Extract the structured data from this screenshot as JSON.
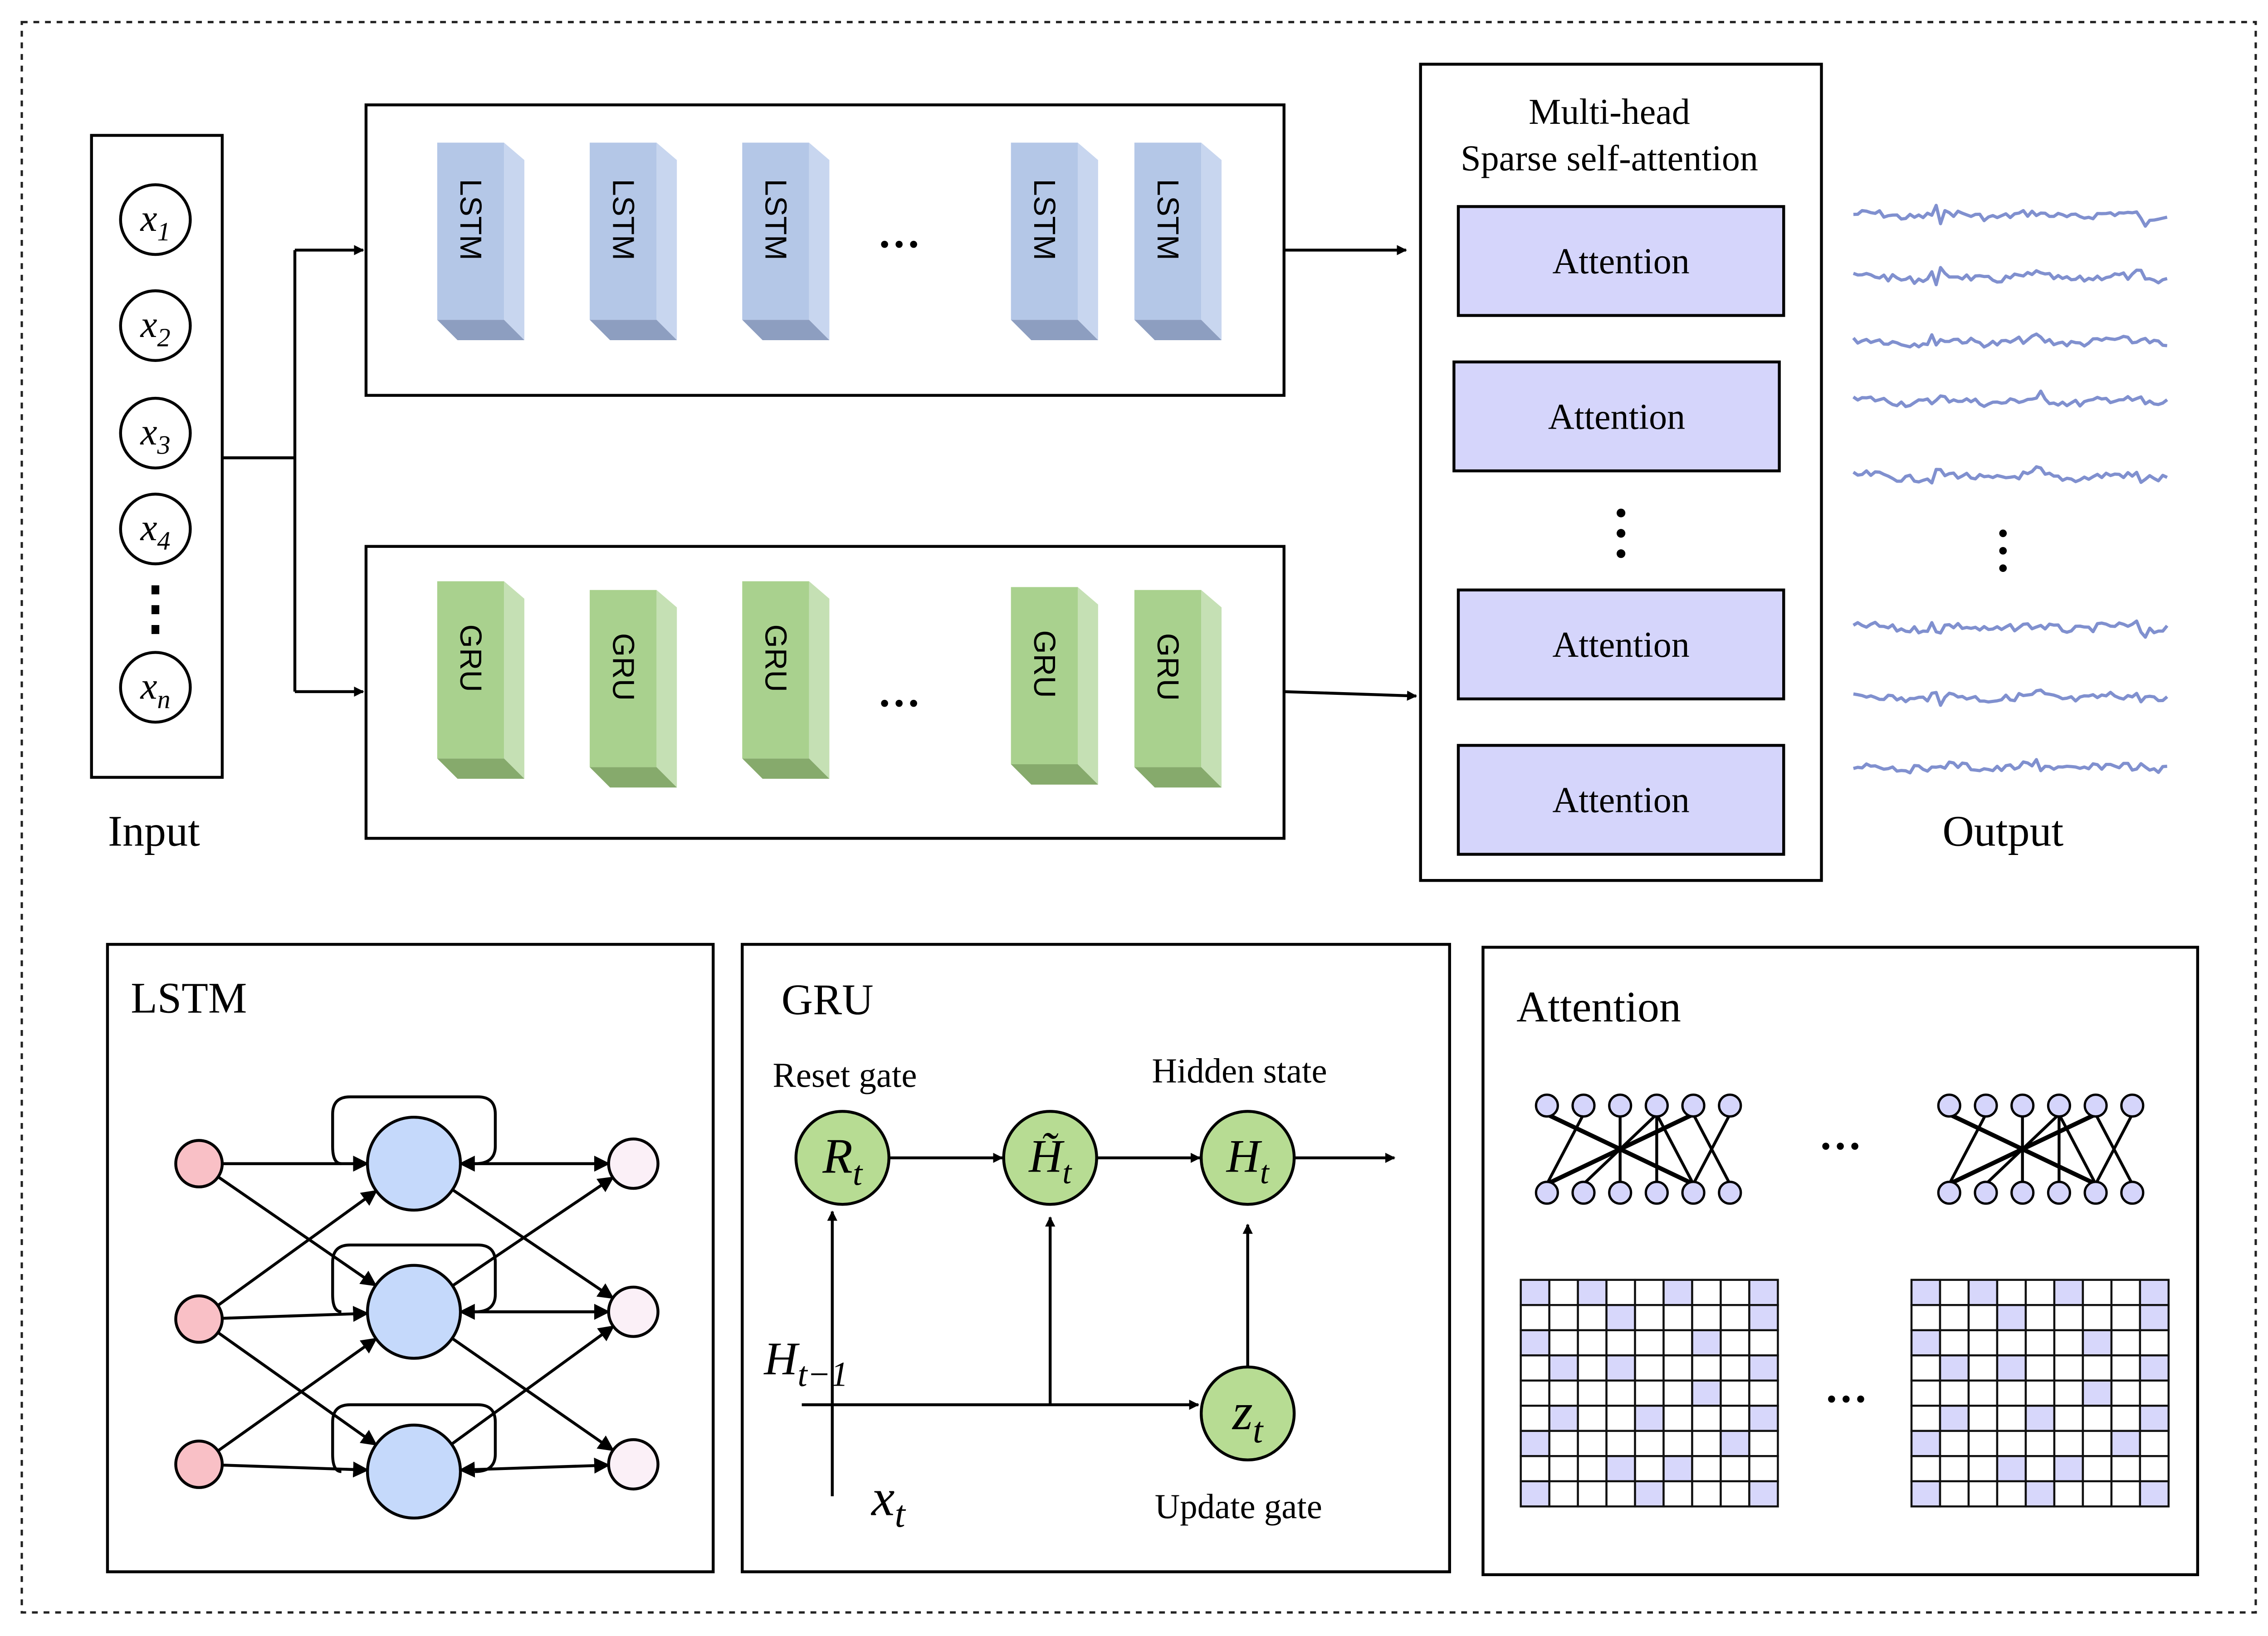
{
  "colors": {
    "lstm_front": "#b4c7e7",
    "lstm_side": "#c8d6ef",
    "lstm_bottom": "#8d9ec0",
    "gru_front": "#a9d18e",
    "gru_side": "#c5e0b4",
    "gru_bottom": "#86aa6c",
    "attention_fill": "#d5d5fb",
    "wave": "#8090cf",
    "input_node": "#f9c0c6",
    "hidden_node": "#c5d9fb",
    "output_node": "#fbf0f7",
    "gate_node": "#b7dc93",
    "grid_fill": "#d7d7fb"
  },
  "input": {
    "label": "Input",
    "nodes": [
      {
        "var": "x",
        "sub": "1"
      },
      {
        "var": "x",
        "sub": "2"
      },
      {
        "var": "x",
        "sub": "3"
      },
      {
        "var": "x",
        "sub": "4"
      },
      {
        "var": "x",
        "sub": "n"
      }
    ],
    "ellipsis": "⋮"
  },
  "lstm_layer": {
    "block_label": "LSTM",
    "block_count_shown": 5,
    "ellipsis": "···"
  },
  "gru_layer": {
    "block_label": "GRU",
    "block_count_shown": 5,
    "ellipsis": "···"
  },
  "attention_module": {
    "title_line1": "Multi-head",
    "title_line2": "Sparse self-attention",
    "heads": [
      "Attention",
      "Attention",
      "Attention",
      "Attention"
    ],
    "ellipsis": "⋮"
  },
  "output": {
    "label": "Output",
    "series_shown": 8,
    "ellipsis": "⋮"
  },
  "lstm_panel": {
    "title": "LSTM"
  },
  "gru_panel": {
    "title": "GRU",
    "reset_gate_label": "Reset gate",
    "hidden_state_label": "Hidden state",
    "update_gate_label": "Update gate",
    "reset_node": {
      "var": "R",
      "sub": "t"
    },
    "candidate_node": {
      "var": "H̃",
      "sub": "t"
    },
    "hidden_node": {
      "var": "H",
      "sub": "t"
    },
    "update_node": {
      "var": "z",
      "sub": "t"
    },
    "prev_hidden": {
      "var": "H",
      "sub": "t−1"
    },
    "input_var": {
      "var": "x",
      "sub": "t"
    }
  },
  "attention_panel": {
    "title": "Attention",
    "ellipsis": "···",
    "graph_edges": [
      [
        0,
        4
      ],
      [
        1,
        0
      ],
      [
        2,
        2
      ],
      [
        3,
        1
      ],
      [
        3,
        3
      ],
      [
        3,
        4
      ],
      [
        4,
        0
      ],
      [
        4,
        5
      ],
      [
        5,
        4
      ]
    ],
    "sparse_mask_rows": [
      [
        0,
        2,
        5,
        8
      ],
      [
        3,
        8
      ],
      [
        0,
        6
      ],
      [
        1,
        3,
        8
      ],
      [
        6
      ],
      [
        1,
        4,
        8
      ],
      [
        0,
        7
      ],
      [
        3,
        5
      ],
      [
        0,
        4,
        8
      ]
    ]
  }
}
